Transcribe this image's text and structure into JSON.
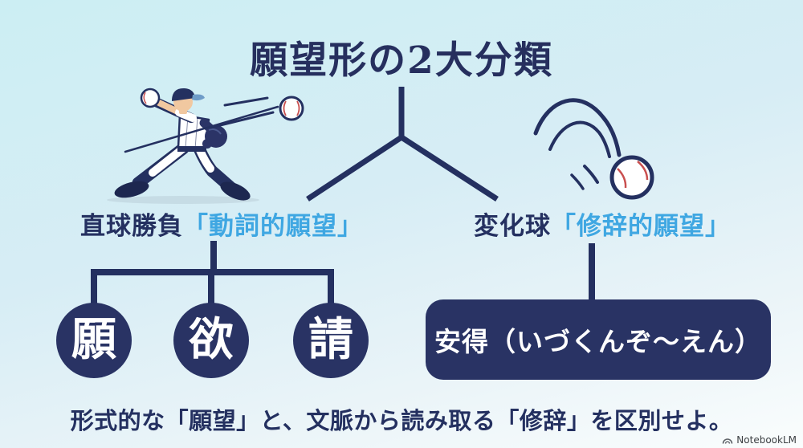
{
  "title": "願望形の2大分類",
  "branches": {
    "left": {
      "prefix": "直球勝負",
      "highlight": "「動詞的願望」",
      "items": [
        {
          "char": "願"
        },
        {
          "char": "欲"
        },
        {
          "char": "請"
        }
      ]
    },
    "right": {
      "prefix": "変化球",
      "highlight": "「修辞的願望」",
      "box_label": "安得（いづくんぞ〜えん）"
    }
  },
  "footer": {
    "message": "形式的な「願望」と、文脈から読み取る「修辞」を区別せよ。"
  },
  "watermark": {
    "label": "NotebookLM"
  },
  "icons": {
    "pitcher": "baseball-pitcher-throwing-fastball",
    "curveball": "curveball-with-motion-trail",
    "watermark_logo": "notebooklm-logo"
  },
  "colors": {
    "navy": "#243060",
    "node_fill": "#293364",
    "accent_blue": "#3fa7e2",
    "stitch_red": "#c94f4f",
    "bg_top": "#cceef3",
    "bg_bottom": "#fafdfd"
  }
}
